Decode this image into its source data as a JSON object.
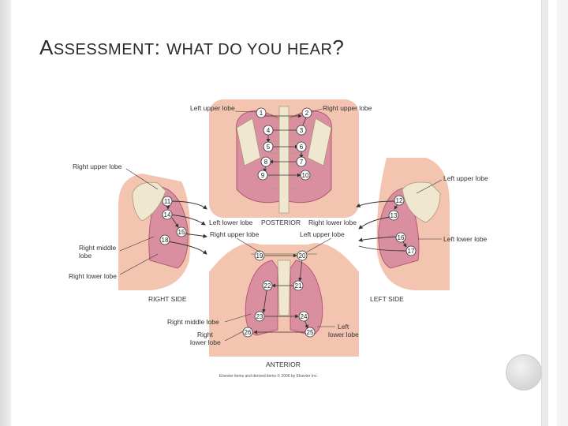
{
  "title": {
    "first": "A",
    "rest": "SSESSMENT",
    "colon": ": ",
    "first2": "WHAT DO YOU HEAR",
    "q": "?"
  },
  "labels": {
    "post_left_upper": "Left upper lobe",
    "post_right_upper": "Right upper lobe",
    "post_left_lower": "Left lower lobe",
    "posterior": "POSTERIOR",
    "post_right_lower": "Right lower lobe",
    "rs_right_upper": "Right upper lobe",
    "rs_right_middle_1": "Right middle",
    "rs_right_middle_2": "lobe",
    "rs_right_lower": "Right lower lobe",
    "right_side": "RIGHT SIDE",
    "ls_left_upper": "Left upper lobe",
    "ls_left_lower": "Left lower lobe",
    "left_side": "LEFT SIDE",
    "ant_right_upper": "Right upper lobe",
    "ant_left_upper": "Left upper lobe",
    "ant_right_middle": "Right middle lobe",
    "ant_right_lower_1": "Right",
    "ant_right_lower_2": "lower lobe",
    "ant_left_lower_1": "Left",
    "ant_left_lower_2": "lower lobe",
    "anterior": "ANTERIOR",
    "copyright": "Elsevier items and derived items © 2006 by Elsevier Inc."
  },
  "points": [
    "1",
    "2",
    "3",
    "4",
    "5",
    "6",
    "7",
    "8",
    "9",
    "10",
    "11",
    "12",
    "13",
    "14",
    "15",
    "16",
    "17",
    "18",
    "19",
    "20",
    "21",
    "22",
    "23",
    "24",
    "25",
    "26"
  ],
  "colors": {
    "skin": "#f3c4b0",
    "lung": "#d98fa0",
    "lung_dark": "#b45a73",
    "bone": "#efe7d0",
    "arrow": "#333333"
  }
}
